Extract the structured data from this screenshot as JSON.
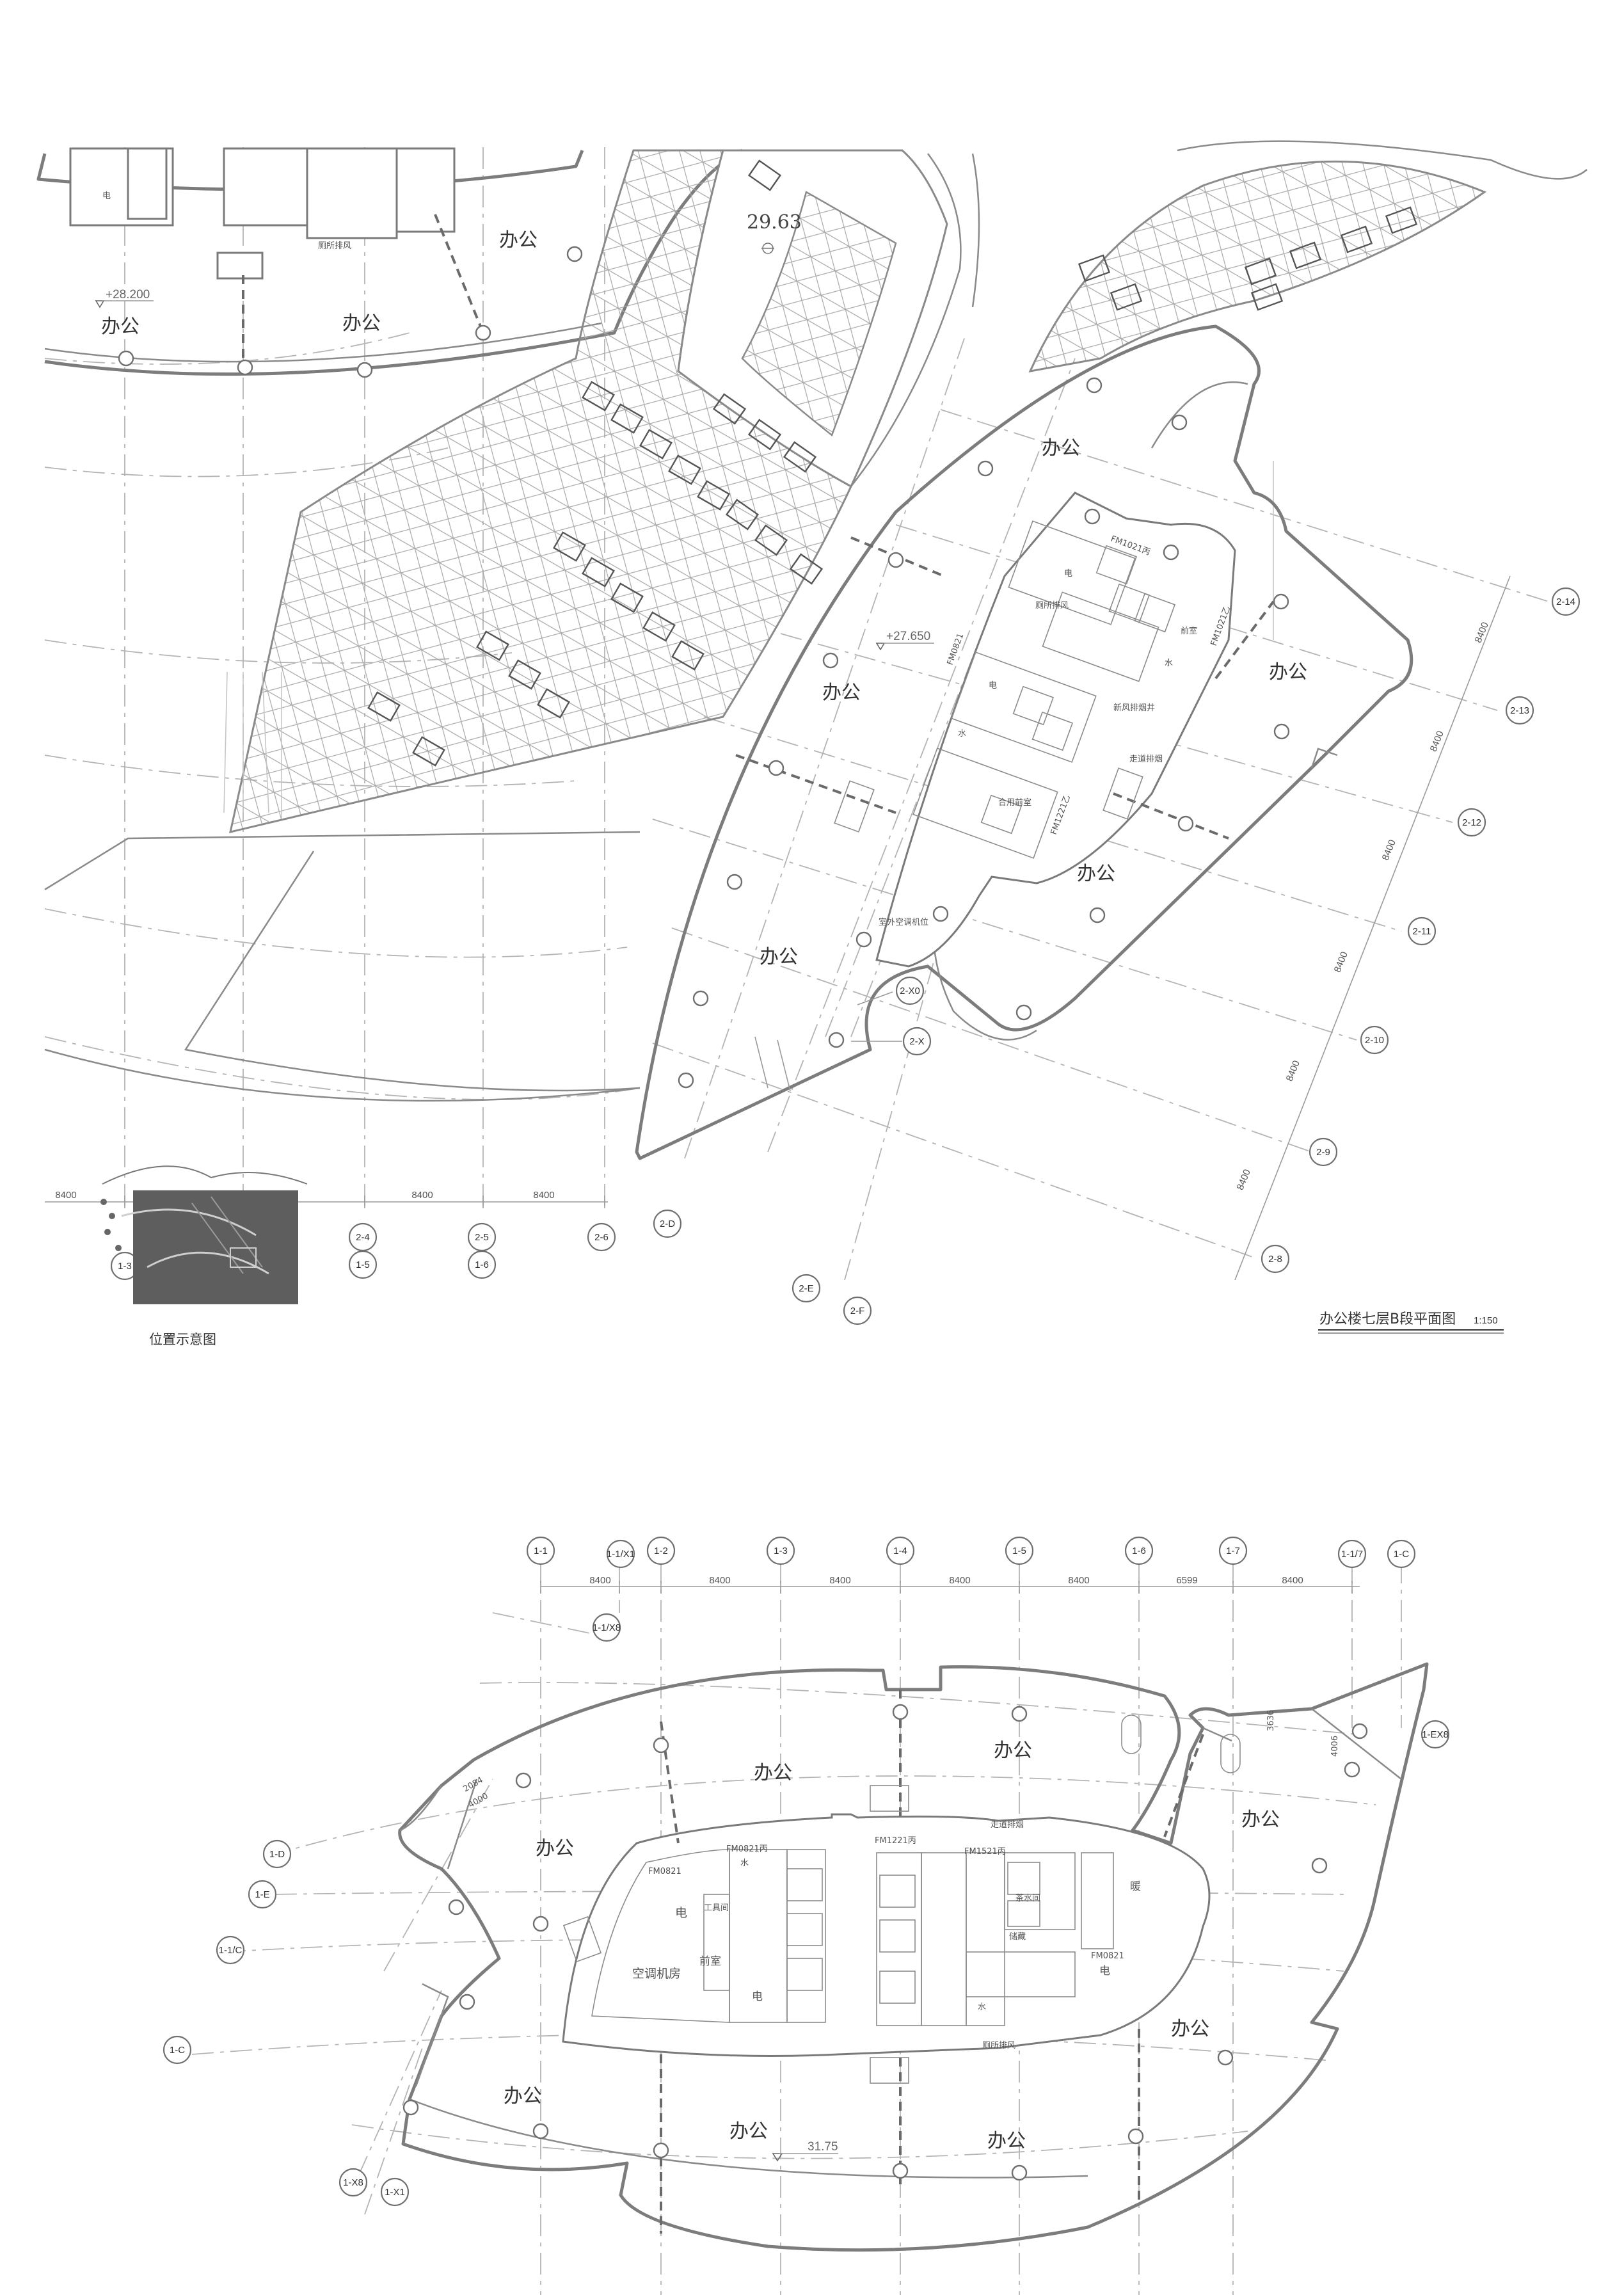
{
  "upper_plan": {
    "title": "办公楼七层B段平面图",
    "scale": "1:150",
    "rooms": [
      "办公",
      "办公",
      "办公",
      "办公",
      "办公",
      "办公",
      "办公",
      "办公"
    ],
    "elevations": [
      "+28.200",
      "+27.650"
    ],
    "roof_level": "29.63",
    "bottom_axis_labels": [
      "1-3",
      "2-4",
      "2-5",
      "2-6",
      "1-5",
      "1-6"
    ],
    "bottom_dimensions": [
      "8400",
      "8400",
      "8400"
    ],
    "right_axis_labels": [
      "2-14",
      "2-13",
      "2-12",
      "2-11",
      "2-10",
      "2-9",
      "2-8"
    ],
    "right_dimensions": [
      "8400",
      "8400",
      "8400",
      "8400",
      "8400",
      "8400"
    ],
    "lower_axis_labels": [
      "2-X0",
      "2-X",
      "2-D",
      "2-E",
      "2-F"
    ],
    "core_labels": [
      "电",
      "前室",
      "水",
      "电",
      "水",
      "合用前室",
      "走道排烟",
      "新风排烟井",
      "室外空调机位",
      "厕所排风"
    ],
    "door_tags": [
      "FM1021丙",
      "FM0821",
      "FM1221乙",
      "FM1021乙"
    ],
    "key_map_caption": "位置示意图"
  },
  "lower_plan": {
    "top_axis_labels": [
      "1-1",
      "1-1/X1",
      "1-2",
      "1-3",
      "1-4",
      "1-5",
      "1-6",
      "1-7",
      "1-1/7",
      "1-C"
    ],
    "top_dimensions": [
      "8400",
      "8400",
      "8400",
      "8400",
      "8400",
      "6599",
      "8400"
    ],
    "left_axis_labels": [
      "1-1/X8",
      "1-D",
      "1-E",
      "1-1/C",
      "1-C",
      "1-X8",
      "1-X1"
    ],
    "right_axis_labels": [
      "1-EX8"
    ],
    "rooms": [
      "办公",
      "办公",
      "办公",
      "办公",
      "办公",
      "办公",
      "办公",
      "办公"
    ],
    "core_labels": [
      "电",
      "工具间",
      "空调机房",
      "前室",
      "电",
      "水",
      "茶水间",
      "储藏",
      "暖",
      "电",
      "水",
      "厕所排风",
      "走道排烟"
    ],
    "door_tags": [
      "FM0821",
      "FM0821丙",
      "FM1221丙",
      "FM1521丙",
      "FM0821"
    ],
    "elevation": "31.75",
    "small_dims": [
      "4006",
      "3636",
      "2084",
      "4000"
    ]
  }
}
